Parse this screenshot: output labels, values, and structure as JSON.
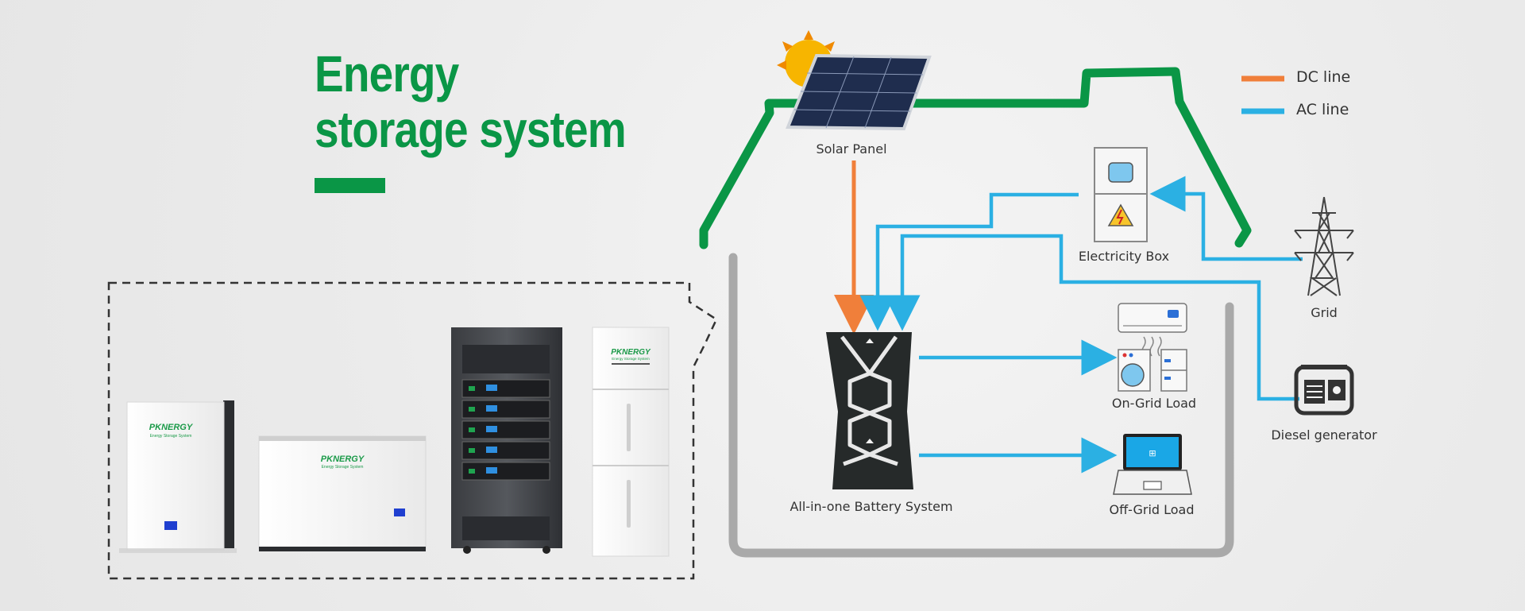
{
  "title": {
    "line1": "Energy",
    "line2": "storage system"
  },
  "legend": [
    {
      "label": "DC line",
      "color": "#f07f3a"
    },
    {
      "label": "AC line",
      "color": "#2bb0e3"
    }
  ],
  "colors": {
    "house": "#0a9646",
    "walls": "#a9a9a9",
    "dc": "#f07f3a",
    "ac": "#2bb0e3"
  },
  "labels": {
    "solar_panel": "Solar Panel",
    "electricity_box": "Electricity Box",
    "grid": "Grid",
    "on_grid_load": "On-Grid Load",
    "off_grid_load": "Off-Grid Load",
    "diesel_generator": "Diesel generator",
    "battery_system": "All-in-one Battery System"
  },
  "products": {
    "brand": "PKNERGY",
    "tagline": "Energy Storage System"
  },
  "icons": [
    "sun-icon",
    "solar-panel-icon",
    "electricity-box-icon",
    "grid-tower-icon",
    "air-conditioner-icon",
    "washing-machine-icon",
    "refrigerator-icon",
    "laptop-icon",
    "diesel-generator-icon",
    "battery-system-icon"
  ]
}
